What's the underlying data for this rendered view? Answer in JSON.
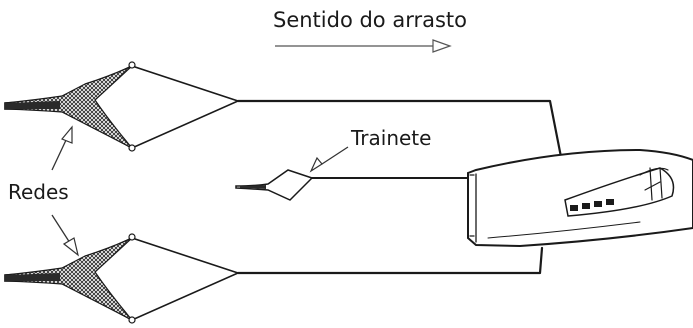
{
  "labels": {
    "direction": "Sentido do arrasto",
    "trainete": "Trainete",
    "redes": "Redes"
  },
  "elements": {
    "nets": [
      "upper-net",
      "lower-net"
    ],
    "small_net": "trainete-net",
    "vessel": "trawler-boat"
  },
  "colors": {
    "ink": "#1a1a1a",
    "net_fill": "#3a3a3a",
    "arrow_outline": "#555555",
    "background": "#ffffff"
  }
}
